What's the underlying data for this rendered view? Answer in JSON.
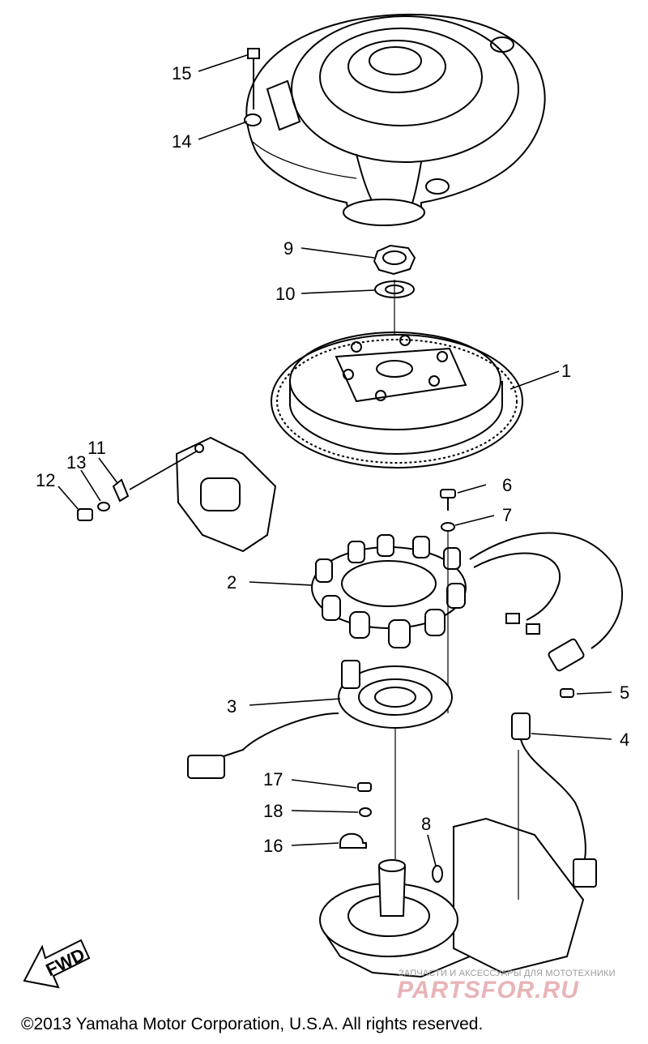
{
  "callouts": {
    "c1": "1",
    "c2": "2",
    "c3": "3",
    "c4": "4",
    "c5": "5",
    "c6": "6",
    "c7": "7",
    "c8": "8",
    "c9": "9",
    "c10": "10",
    "c11": "11",
    "c12": "12",
    "c13": "13",
    "c14": "14",
    "c15": "15",
    "c16": "16",
    "c17": "17",
    "c18": "18"
  },
  "fwd_label": "FWD",
  "watermark": {
    "line1": "ЗАПЧАСТИ И АКСЕССУАРЫ ДЛЯ МОТОТЕХНИКИ",
    "line2": "PARTSFOR.RU"
  },
  "copyright": "©2013 Yamaha Motor Corporation, U.S.A. All rights reserved."
}
